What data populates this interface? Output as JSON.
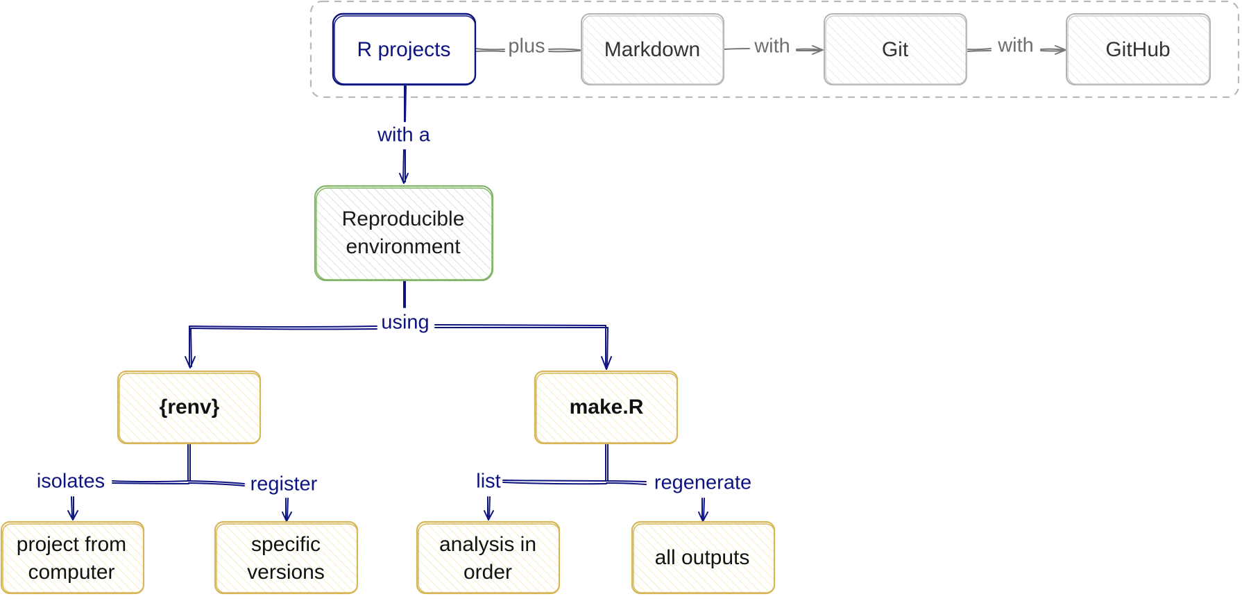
{
  "colors": {
    "navy": "#0d1480",
    "gray_stroke": "#b3b3b3",
    "gray_text": "#6e6e6e",
    "green_stroke": "#82b366",
    "green_fill": "#d5e8d4",
    "gold_stroke": "#d6b656",
    "gold_fill": "#fff2cc",
    "dark_text": "#1a1a1a"
  },
  "group": {
    "name": "workflow-group"
  },
  "nodes": {
    "r_projects": {
      "label": [
        "R projects"
      ]
    },
    "markdown": {
      "label": [
        "Markdown"
      ]
    },
    "git": {
      "label": [
        "Git"
      ]
    },
    "github": {
      "label": [
        "GitHub"
      ]
    },
    "repro_env": {
      "label": [
        "Reproducible",
        "environment"
      ]
    },
    "renv": {
      "label": [
        "{renv}"
      ]
    },
    "make_r": {
      "label": [
        "make.R"
      ]
    },
    "isolate_project": {
      "label": [
        "project from",
        "computer"
      ]
    },
    "specific_versions": {
      "label": [
        "specific",
        "versions"
      ]
    },
    "analysis_order": {
      "label": [
        "analysis in",
        "order"
      ]
    },
    "all_outputs": {
      "label": [
        "all outputs"
      ]
    }
  },
  "edges": {
    "plus": "plus",
    "with_git": "with",
    "with_github": "with",
    "with_a": "with a",
    "using": "using",
    "isolates": "isolates",
    "register": "register",
    "list": "list",
    "regenerate": "regenerate"
  }
}
